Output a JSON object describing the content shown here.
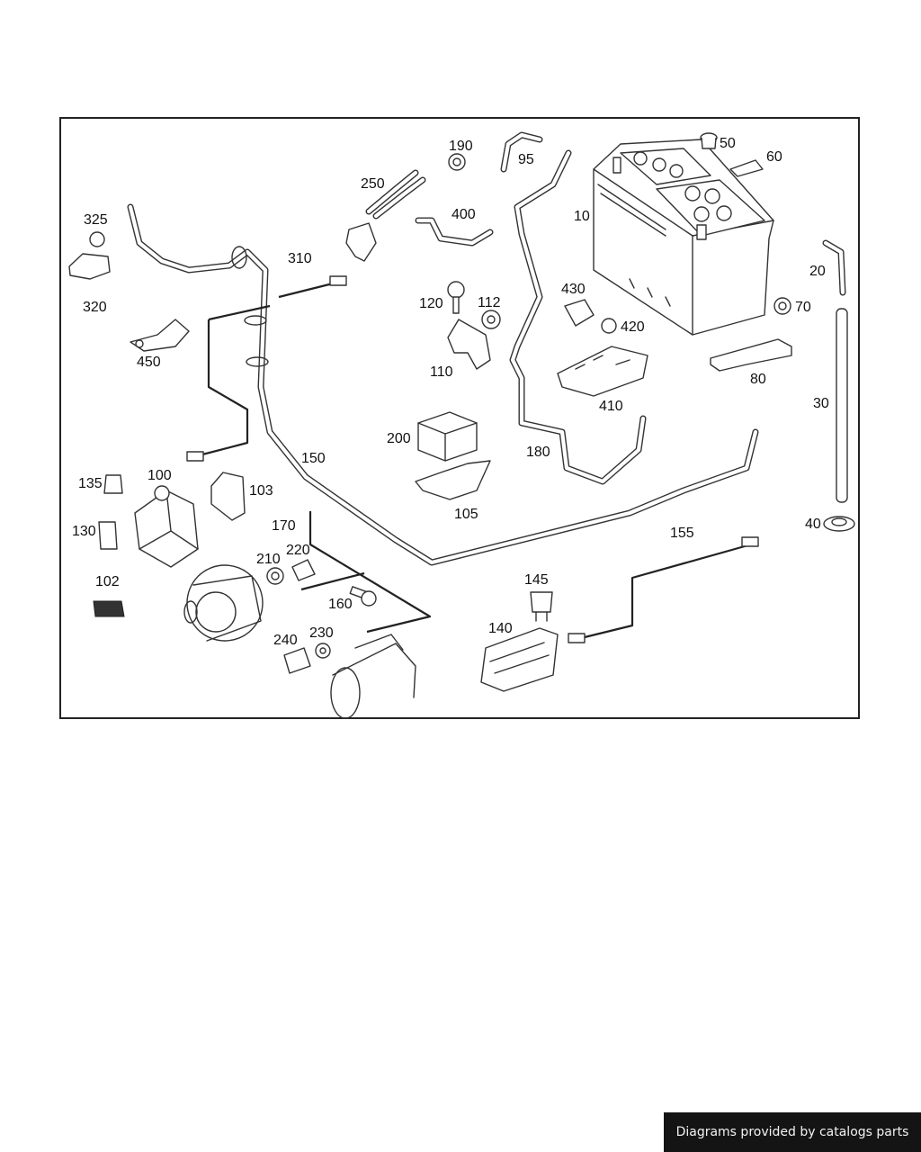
{
  "diagram": {
    "labels": [
      {
        "id": "p10",
        "text": "10"
      },
      {
        "id": "p20",
        "text": "20"
      },
      {
        "id": "p30",
        "text": "30"
      },
      {
        "id": "p40",
        "text": "40"
      },
      {
        "id": "p50",
        "text": "50"
      },
      {
        "id": "p60",
        "text": "60"
      },
      {
        "id": "p70",
        "text": "70"
      },
      {
        "id": "p80",
        "text": "80"
      },
      {
        "id": "p95",
        "text": "95"
      },
      {
        "id": "p100",
        "text": "100"
      },
      {
        "id": "p102",
        "text": "102"
      },
      {
        "id": "p103",
        "text": "103"
      },
      {
        "id": "p105",
        "text": "105"
      },
      {
        "id": "p110",
        "text": "110"
      },
      {
        "id": "p112",
        "text": "112"
      },
      {
        "id": "p120",
        "text": "120"
      },
      {
        "id": "p130",
        "text": "130"
      },
      {
        "id": "p135",
        "text": "135"
      },
      {
        "id": "p140",
        "text": "140"
      },
      {
        "id": "p145",
        "text": "145"
      },
      {
        "id": "p150",
        "text": "150"
      },
      {
        "id": "p155",
        "text": "155"
      },
      {
        "id": "p160",
        "text": "160"
      },
      {
        "id": "p170",
        "text": "170"
      },
      {
        "id": "p180",
        "text": "180"
      },
      {
        "id": "p190",
        "text": "190"
      },
      {
        "id": "p200",
        "text": "200"
      },
      {
        "id": "p210",
        "text": "210"
      },
      {
        "id": "p220",
        "text": "220"
      },
      {
        "id": "p230",
        "text": "230"
      },
      {
        "id": "p240",
        "text": "240"
      },
      {
        "id": "p250",
        "text": "250"
      },
      {
        "id": "p310",
        "text": "310"
      },
      {
        "id": "p320",
        "text": "320"
      },
      {
        "id": "p325",
        "text": "325"
      },
      {
        "id": "p400",
        "text": "400"
      },
      {
        "id": "p410",
        "text": "410"
      },
      {
        "id": "p420",
        "text": "420"
      },
      {
        "id": "p430",
        "text": "430"
      },
      {
        "id": "p450",
        "text": "450"
      }
    ]
  },
  "footer": {
    "credit": "Diagrams provided by catalogs parts"
  }
}
